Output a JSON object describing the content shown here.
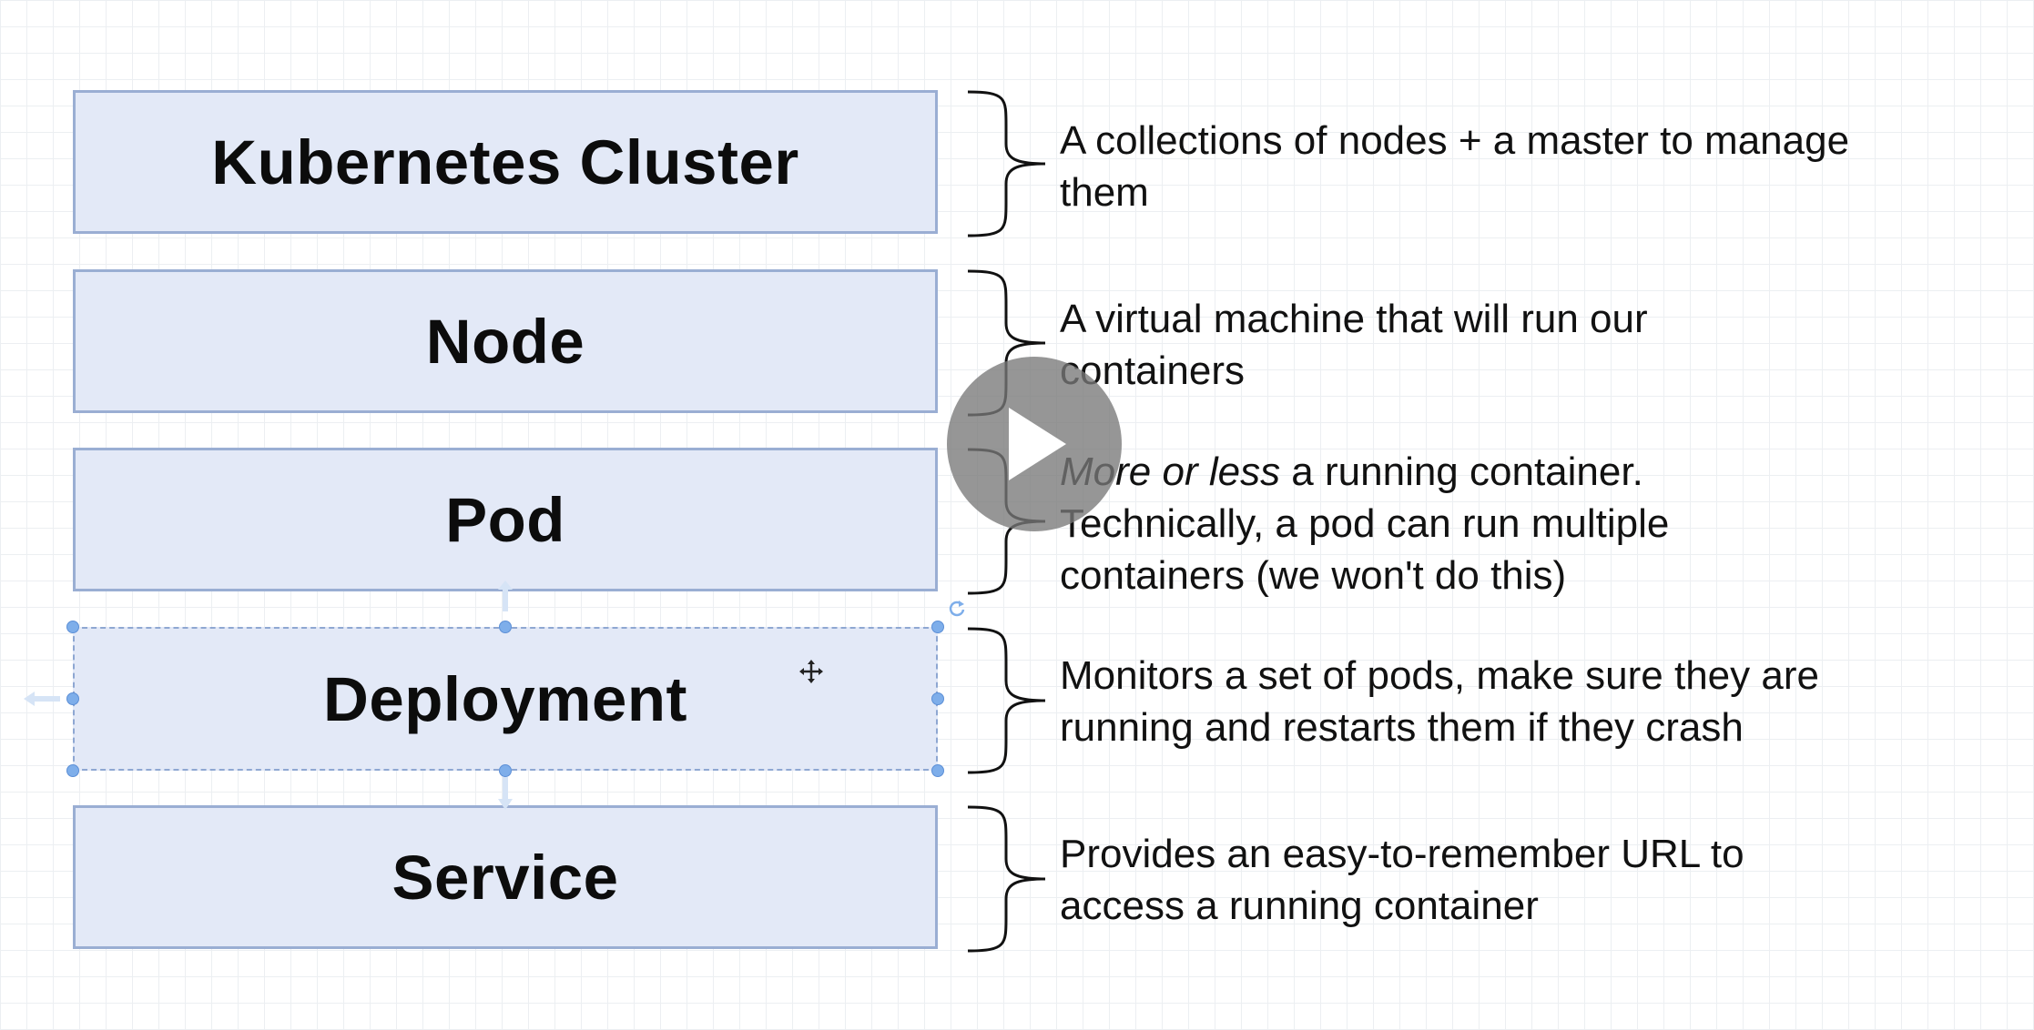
{
  "boxes": [
    {
      "label": "Kubernetes Cluster"
    },
    {
      "label": "Node"
    },
    {
      "label": "Pod"
    },
    {
      "label": "Deployment"
    },
    {
      "label": "Service"
    }
  ],
  "descriptions": [
    {
      "line1": "A collections of nodes + a master to manage",
      "line2": "them"
    },
    {
      "line1": "A virtual machine that will run our",
      "line2": "containers"
    },
    {
      "line1_em": "More or less",
      "line1_rest": " a running container.",
      "line2": "Technically, a pod can run multiple",
      "line3": "containers (we won't do this)"
    },
    {
      "line1": "Monitors a set of pods, make sure they are",
      "line2": "running and restarts them if they crash"
    },
    {
      "line1": "Provides an easy-to-remember URL to",
      "line2": "access a running container"
    }
  ],
  "colors": {
    "box_fill": "#e3e9f7",
    "box_border": "#9aaed3",
    "selection_handle": "#7eaeea",
    "play_overlay": "#787878"
  },
  "icons": {
    "play": "play-icon",
    "move": "move-cursor-icon",
    "rotate": "rotate-handle-icon"
  }
}
